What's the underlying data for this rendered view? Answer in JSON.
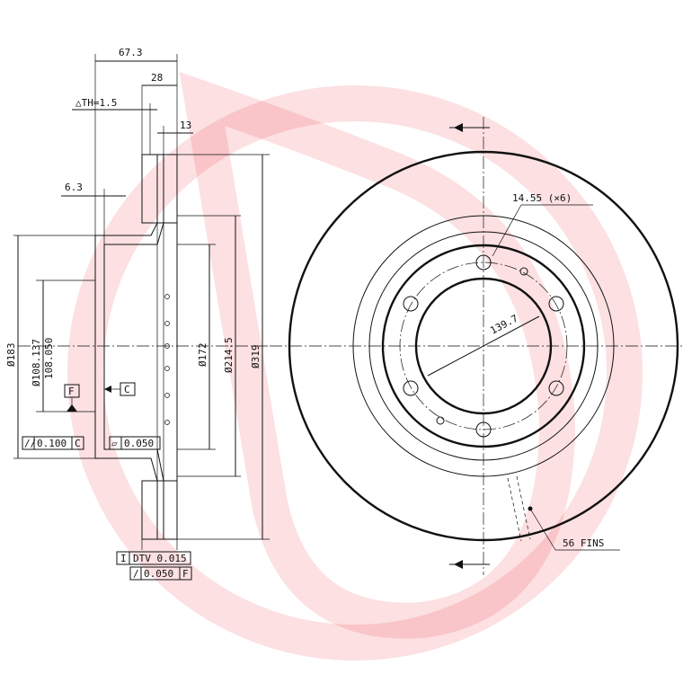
{
  "brand": {
    "watermark_color": "#e8101c",
    "watermark_opacity": 0.13,
    "watermark_name": "brembo-logo-watermark"
  },
  "section_view": {
    "dim_total_height": "67.3",
    "dim_disc_thickness": "28",
    "dim_min_thickness": "△TH=1.5",
    "dim_friction_ring": "13",
    "dim_hat_thickness": "6.3",
    "dim_outer_diameter": "Ø319",
    "dim_friction_inner": "Ø214.5",
    "dim_hat_diameter": "Ø172",
    "dim_center_outer": "Ø183",
    "dim_center_bore": [
      "Ø108.137",
      "108.050"
    ],
    "datum_f": "F",
    "datum_c": "C",
    "tol_parallel": {
      "symbol": "//",
      "value": "0.100",
      "datum": "C"
    },
    "tol_flatness": {
      "symbol": "▱",
      "value": "0.050"
    },
    "tol_dtv": {
      "symbol": "I",
      "value": "DTV 0.015"
    },
    "tol_runout": {
      "symbol": "/",
      "value": "0.050",
      "datum": "F"
    }
  },
  "front_view": {
    "bolt_holes": "14.55 (×6)",
    "pcd": "139.7",
    "fins": "56 FINS"
  }
}
